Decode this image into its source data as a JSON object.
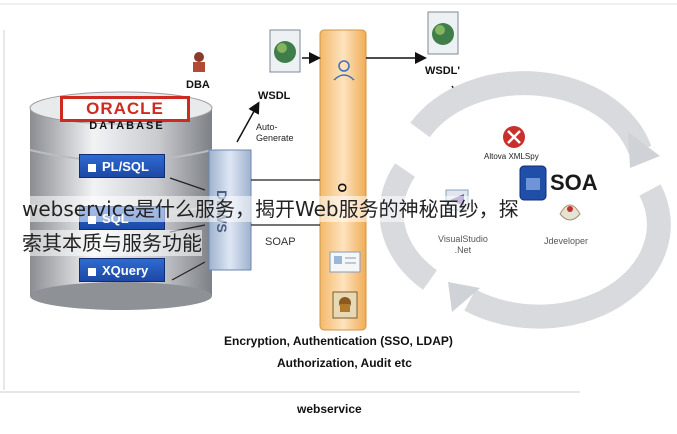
{
  "database": {
    "brand": "ORACLE",
    "subtitle": "DATABASE",
    "items": [
      "PL/SQL",
      "SQL",
      "XQuery"
    ]
  },
  "labels": {
    "dba": "DBA",
    "wsdl": "WSDL",
    "wsdl_prime": "WSDL'",
    "auto_generate_line1": "Auto-",
    "auto_generate_line2": "Generate",
    "soap": "SOAP",
    "dbws": "DBWS",
    "middleware_partial": "O",
    "soa": "SOA",
    "altova": "Altova XMLSpy",
    "visualstudio_line1": "VisualStudio",
    "visualstudio_line2": ".Net",
    "jdeveloper": "Jdeveloper",
    "security_line1": "Encryption, Authentication (SSO, LDAP)",
    "security_line2": "Authorization, Audit etc",
    "caption": "webservice"
  },
  "overlay": {
    "line1": "webservice是什么服务，揭开Web服务的神秘面纱，探",
    "line2": "索其本质与服务功能"
  },
  "colors": {
    "db_blue": "#1d48a6",
    "oracle_red": "#d42a1e",
    "middleware_orange": "#f6c07a",
    "soa_blue": "#1f4fa8"
  }
}
